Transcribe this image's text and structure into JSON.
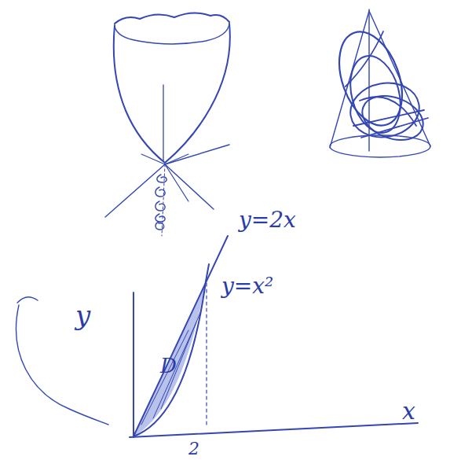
{
  "diagram": {
    "labels": [
      "y=2x",
      "y",
      "y=x²",
      "D",
      "x",
      "2"
    ]
  }
}
